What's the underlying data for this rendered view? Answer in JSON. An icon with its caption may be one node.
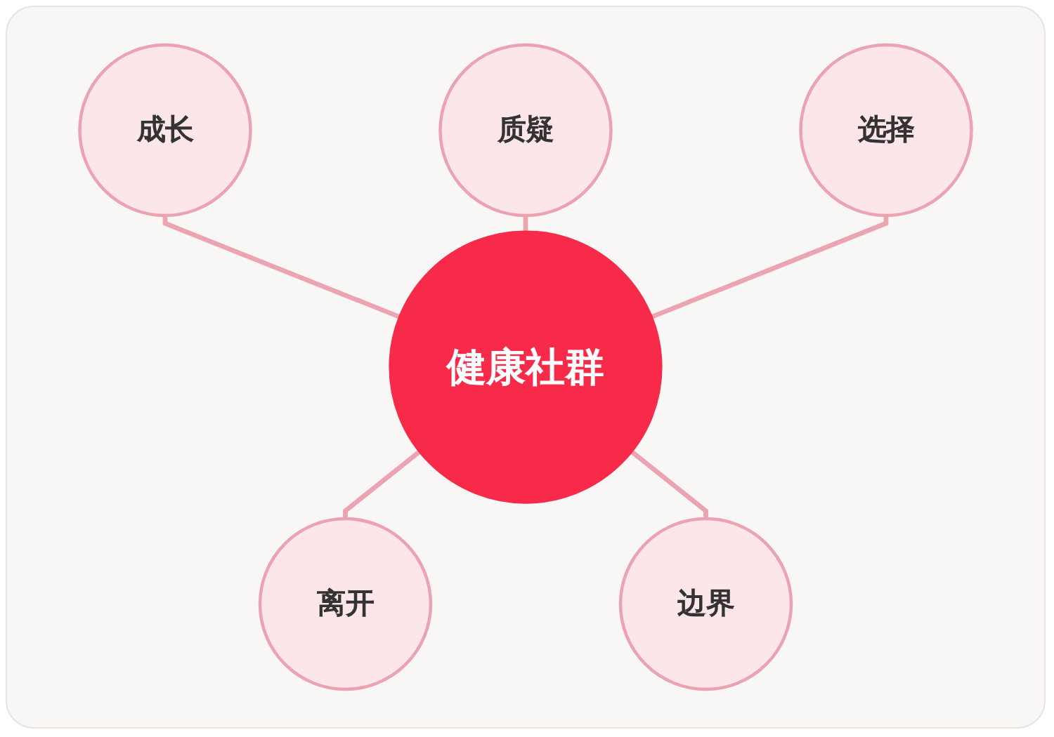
{
  "diagram": {
    "nodes": [
      {
        "text": [
          "健康社群"
        ]
      },
      {
        "text": [
          "质疑"
        ]
      },
      {
        "text": [
          "选择"
        ]
      },
      {
        "text": [
          "边界"
        ]
      },
      {
        "text": [
          "离开"
        ]
      },
      {
        "text": [
          "成长"
        ]
      }
    ],
    "edges": [
      {
        "from": 5,
        "to": 0,
        "arrow": "none"
      },
      {
        "from": 1,
        "to": 0,
        "arrow": "none"
      },
      {
        "from": 2,
        "to": 0,
        "arrow": "none"
      },
      {
        "from": 0,
        "to": 4,
        "arrow": "none"
      },
      {
        "from": 0,
        "to": 3,
        "arrow": "none"
      }
    ]
  }
}
